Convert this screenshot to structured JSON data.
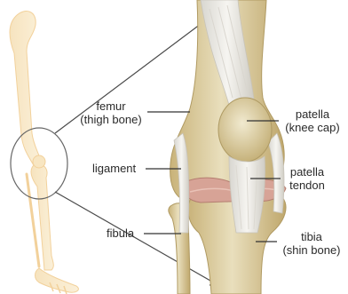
{
  "labels": {
    "femur": {
      "line1": "femur",
      "line2": "(thigh bone)"
    },
    "ligament": "ligament",
    "fibula": "fibula",
    "patella": {
      "line1": "patella",
      "line2": "(knee cap)"
    },
    "patella_tendon": {
      "line1": "patella",
      "line2": "tendon"
    },
    "tibia": {
      "line1": "tibia",
      "line2": "(shin bone)"
    }
  },
  "colors": {
    "bone": "#e2d7b0",
    "bone_shadow": "#c8b47c",
    "tendon": "#ece9e2",
    "cartilage": "#d9a79b",
    "leg_outline": "#f3d9a7",
    "pointer": "#333333"
  }
}
